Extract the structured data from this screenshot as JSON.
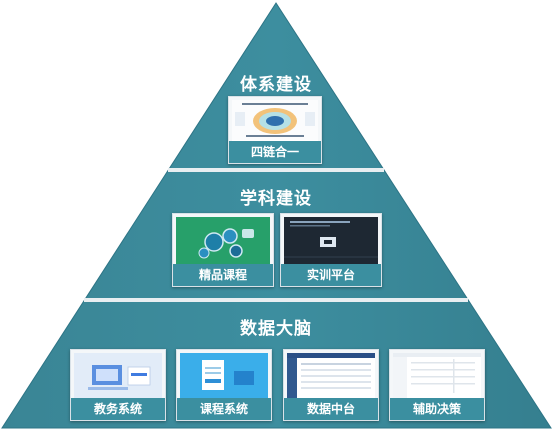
{
  "tiers": {
    "top": {
      "title": "体系建设",
      "cards": [
        {
          "label": "四链合一"
        }
      ]
    },
    "middle": {
      "title": "学科建设",
      "cards": [
        {
          "label": "精品课程"
        },
        {
          "label": "实训平台"
        }
      ]
    },
    "bottom": {
      "title": "数据大脑",
      "cards": [
        {
          "label": "教务系统"
        },
        {
          "label": "课程系统"
        },
        {
          "label": "数据中台"
        },
        {
          "label": "辅助决策"
        }
      ]
    }
  },
  "colors": {
    "pyramid_fill": "#3c8a9b",
    "pyramid_edge": "#2d7485",
    "divider": "#e8eef1",
    "caption_bar": "#3b8fa0"
  }
}
